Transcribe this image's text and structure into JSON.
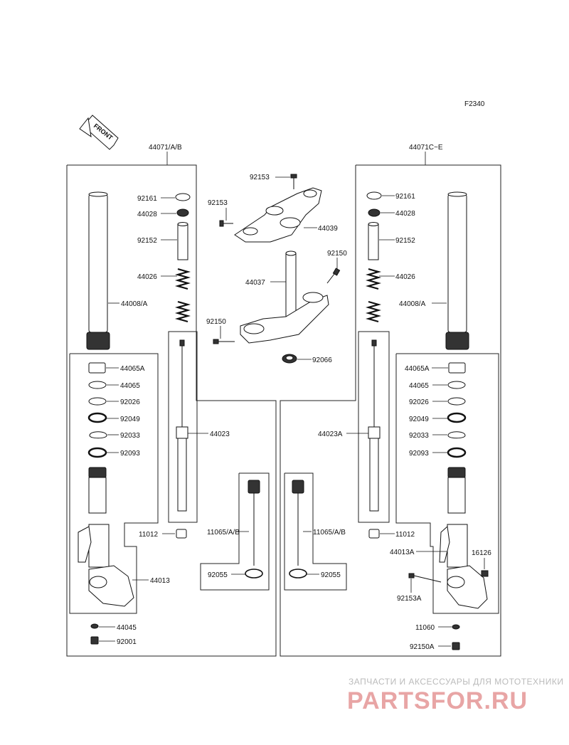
{
  "figure_code": "F2340",
  "front_arrow": "FRONT",
  "assembly_left": "44071/A/B",
  "assembly_right": "44071C~E",
  "center": {
    "p92153a": "92153",
    "p92153b": "92153",
    "p44039": "44039",
    "p92150a": "92150",
    "p44037": "44037",
    "p92150b": "92150",
    "p92066": "92066",
    "p11065_left": "11065/A/B",
    "p92055_left": "92055",
    "p11065_right": "11065/A/B",
    "p92055_right": "92055"
  },
  "left": {
    "p92161": "92161",
    "p44028": "44028",
    "p92152": "92152",
    "p44026": "44026",
    "p44008": "44008/A",
    "p44065a": "44065A",
    "p44065": "44065",
    "p92026": "92026",
    "p92049": "92049",
    "p92033": "92033",
    "p92093": "92093",
    "p44023": "44023",
    "p11012": "11012",
    "p44013": "44013",
    "p44045": "44045",
    "p92001": "92001"
  },
  "right": {
    "p92161": "92161",
    "p44028": "44028",
    "p92152": "92152",
    "p44026": "44026",
    "p44008": "44008/A",
    "p44065a": "44065A",
    "p44065": "44065",
    "p92026": "92026",
    "p92049": "92049",
    "p92033": "92033",
    "p92093": "92093",
    "p44023a": "44023A",
    "p11012": "11012",
    "p44013a": "44013A",
    "p16126": "16126",
    "p92153a": "92153A",
    "p11060": "11060",
    "p92150a": "92150A"
  },
  "watermark": {
    "line1": "ЗАПЧАСТИ И АКСЕССУАРЫ ДЛЯ МОТОТЕХНИКИ",
    "line2": "PARTSFOR.RU"
  }
}
